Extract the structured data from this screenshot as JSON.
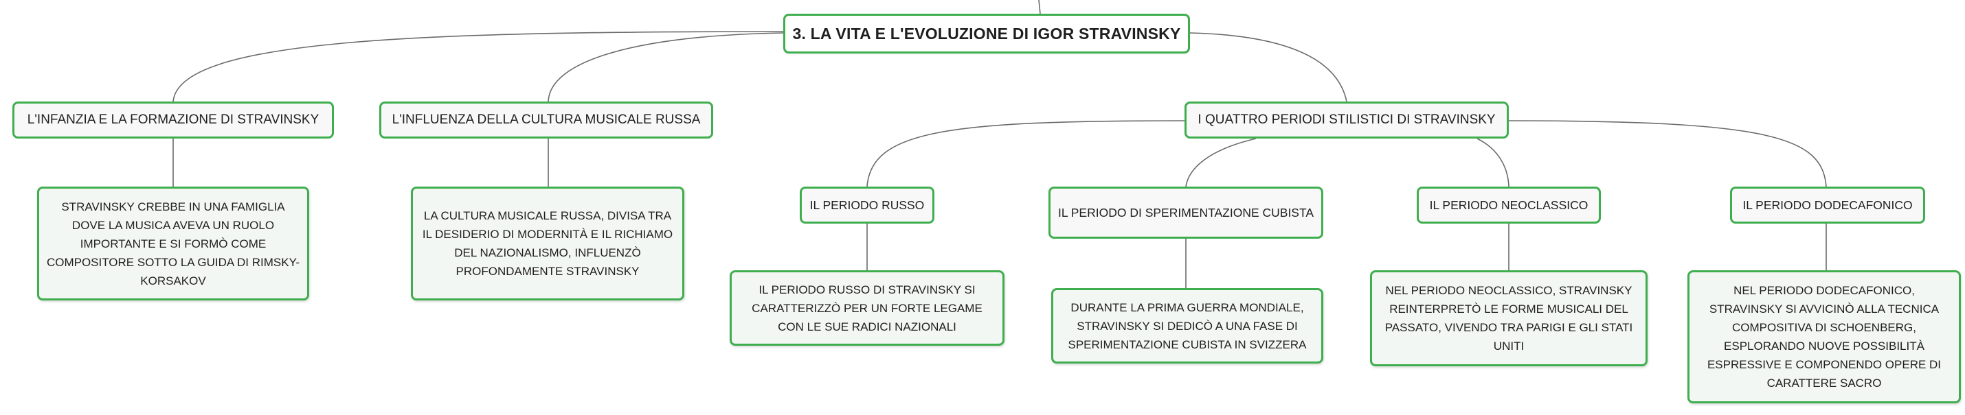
{
  "root": {
    "title": "3. LA VITA E L'EVOLUZIONE DI IGOR STRAVINSKY"
  },
  "branches": [
    {
      "label": "L'INFANZIA E LA FORMAZIONE DI STRAVINSKY",
      "description": "STRAVINSKY CREBBE IN UNA FAMIGLIA DOVE LA MUSICA AVEVA UN RUOLO IMPORTANTE E SI FORMÒ COME COMPOSITORE SOTTO LA GUIDA DI RIMSKY-KORSAKOV"
    },
    {
      "label": "L'INFLUENZA DELLA CULTURA MUSICALE RUSSA",
      "description": "LA CULTURA MUSICALE RUSSA, DIVISA TRA IL DESIDERIO DI MODERNITÀ E IL RICHIAMO DEL NAZIONALISMO, INFLUENZÒ PROFONDAMENTE STRAVINSKY"
    },
    {
      "label": "I QUATTRO PERIODI STILISTICI DI STRAVINSKY",
      "periods": [
        {
          "label": "IL PERIODO RUSSO",
          "description": "IL PERIODO RUSSO DI STRAVINSKY SI CARATTERIZZÒ PER UN FORTE LEGAME CON LE SUE RADICI NAZIONALI"
        },
        {
          "label": "IL PERIODO DI SPERIMENTAZIONE CUBISTA",
          "description": "DURANTE LA PRIMA GUERRA MONDIALE, STRAVINSKY SI DEDICÒ A UNA FASE DI SPERIMENTAZIONE CUBISTA IN SVIZZERA"
        },
        {
          "label": "IL PERIODO NEOCLASSICO",
          "description": "NEL PERIODO NEOCLASSICO, STRAVINSKY REINTERPRETÒ LE FORME MUSICALI DEL PASSATO, VIVENDO TRA PARIGI E GLI STATI UNITI"
        },
        {
          "label": "IL PERIODO DODECAFONICO",
          "description": "NEL PERIODO DODECAFONICO, STRAVINSKY SI AVVICINÒ ALLA TECNICA COMPOSITIVA DI SCHOENBERG, ESPLORANDO NUOVE POSSIBILITÀ ESPRESSIVE E COMPONENDO OPERE DI CARATTERE SACRO"
        }
      ]
    }
  ],
  "colors": {
    "node_border": "#3fae4f",
    "connector": "#6b6b6b",
    "text": "#1f1f1f"
  }
}
